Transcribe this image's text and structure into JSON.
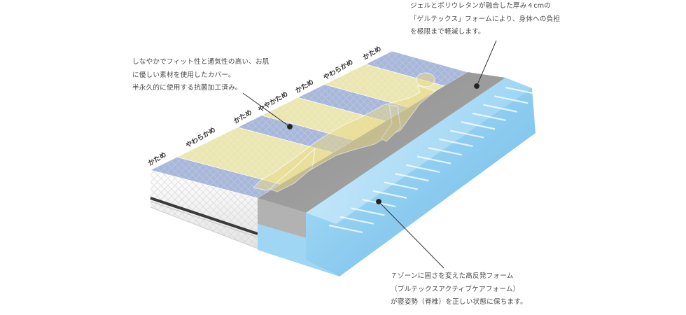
{
  "zones": [
    "かため",
    "やわらかめ",
    "かため",
    "ややかため",
    "かため",
    "やわらかめ",
    "かため"
  ],
  "callouts": {
    "cover": [
      "しなやかでフィット性と通気性の高い、お肌",
      "に優しい素材を使用したカバー。",
      "半永久的に使用する抗菌加工済み。"
    ],
    "gel": [
      "ジェルとポリウレタンが融合した厚み４cmの",
      "「ゲルテックス」フォームにより、身体への負担",
      "を極限まで軽減します。"
    ],
    "base": [
      "７ゾーンに固さを変えた高反発フォーム",
      "（ブルテックスアクティブケアフォーム）",
      "が寝姿勢（脊椎）を正しい状態に保ちます。"
    ]
  },
  "colors": {
    "zone_blue": "#a7b7dc",
    "zone_yellow": "#eee9b0",
    "gel_gray": "#9c9c9c",
    "foam_blue": "#8ccbef",
    "silhouette": "#e9d987"
  }
}
